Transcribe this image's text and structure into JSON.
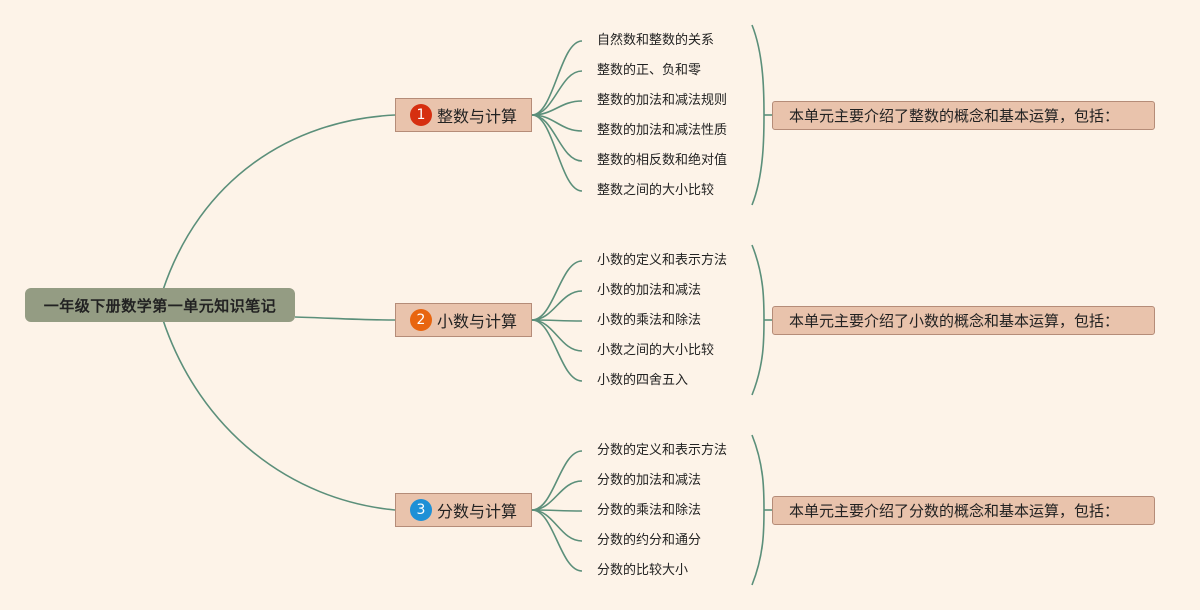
{
  "root": {
    "title": "一年级下册数学第一单元知识笔记"
  },
  "colors": {
    "line": "#5b8f7a",
    "root_bg": "#949c83",
    "node_bg": "#e9c3ac",
    "node_border": "#b58c78"
  },
  "branches": [
    {
      "number": "1",
      "badge_color": "#d62f10",
      "label": "整数与计算",
      "items": [
        "自然数和整数的关系",
        "整数的正、负和零",
        "整数的加法和减法规则",
        "整数的加法和减法性质",
        "整数的相反数和绝对值",
        "整数之间的大小比较"
      ],
      "summary": "本单元主要介绍了整数的概念和基本运算，包括："
    },
    {
      "number": "2",
      "badge_color": "#e8650f",
      "label": "小数与计算",
      "items": [
        "小数的定义和表示方法",
        "小数的加法和减法",
        "小数的乘法和除法",
        "小数之间的大小比较",
        "小数的四舍五入"
      ],
      "summary": "本单元主要介绍了小数的概念和基本运算，包括："
    },
    {
      "number": "3",
      "badge_color": "#1e90d6",
      "label": "分数与计算",
      "items": [
        "分数的定义和表示方法",
        "分数的加法和减法",
        "分数的乘法和除法",
        "分数的约分和通分",
        "分数的比较大小"
      ],
      "summary": "本单元主要介绍了分数的概念和基本运算，包括："
    }
  ]
}
